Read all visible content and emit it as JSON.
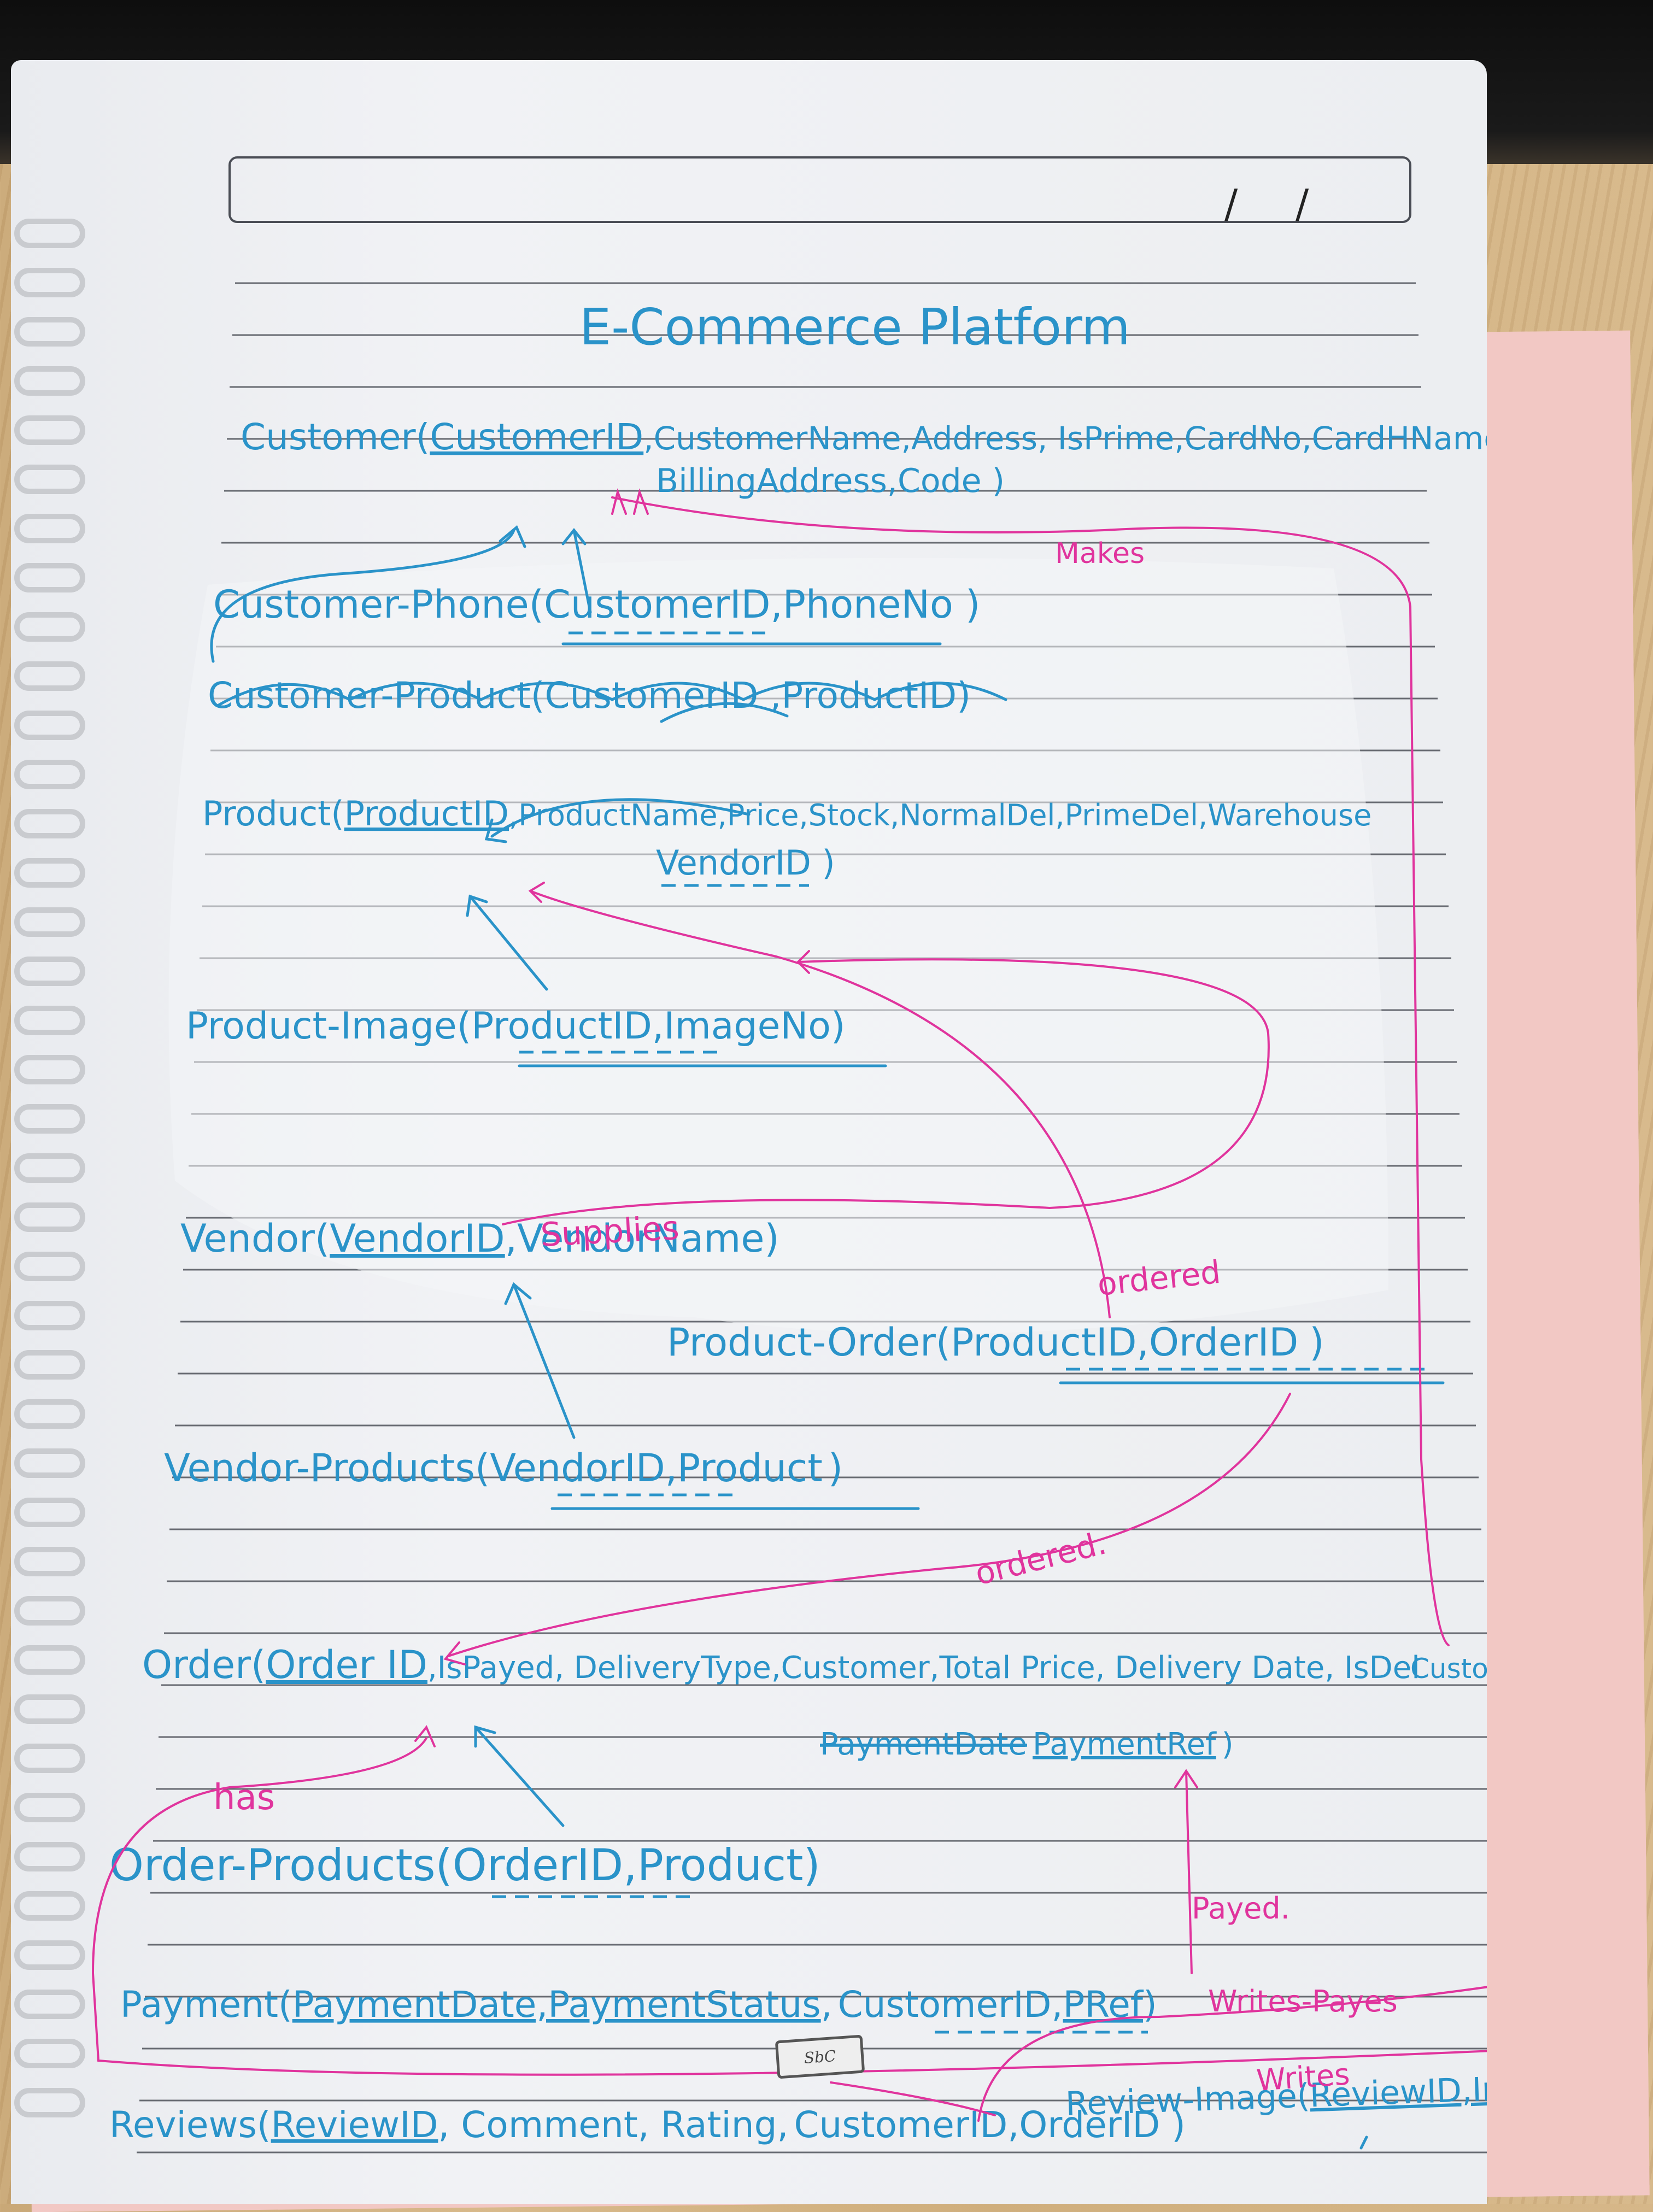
{
  "header": {
    "date_slashes": [
      "/",
      "/"
    ],
    "title": "E-Commerce Platform"
  },
  "relations": {
    "customer": [
      "Customer(",
      "CustomerID",
      ",CustomerName,Address, IsPrime,CardNo,CardHName,"
    ],
    "customer_cont": [
      "BillingAddress,Code )"
    ],
    "customer_phone": [
      "Customer-Phone(",
      "CustomerID",
      ",PhoneNo )"
    ],
    "customer_product_crossed": [
      "Customer-Product(CustomerID ,ProductID)"
    ],
    "product": [
      "Product(",
      "ProductID",
      ",ProductName,Price,Stock,NormalDel,PrimeDel,Warehouse"
    ],
    "product_cont": [
      "VendorID )"
    ],
    "product_image": [
      "Product-Image(",
      "ProductID",
      ",ImageNo)"
    ],
    "vendor": [
      "Vendor(",
      "VendorID",
      ",VendorName)"
    ],
    "product_order": [
      "Product-Order(",
      "ProductID",
      ",OrderID",
      ")"
    ],
    "vendor_products": [
      "Vendor-Products(",
      "VendorID",
      ",Product",
      ")"
    ],
    "order": [
      "Order(",
      "Order ID",
      ",IsPayed, DeliveryType,Customer,Total Price, Delivery Date, IsDel"
    ],
    "order_cont": [
      "PaymentDate",
      "PaymentRef",
      ")"
    ],
    "order_products": [
      "Order-Products(",
      "OrderID",
      ",Product",
      ")"
    ],
    "payment": [
      "Payment(",
      "PaymentDate,PaymentStatus",
      ",",
      "CustomerID",
      ",",
      "PRef",
      ")"
    ],
    "reviews": [
      "Reviews(",
      "ReviewID",
      ", Comment, Rating,",
      "CustomerID",
      ",OrderID )"
    ],
    "review_image": [
      "Review-Image(",
      "ReviewID,Image"
    ]
  },
  "annotations": {
    "makes": "Makes",
    "supplies": "Supplies",
    "ordered_1": "ordered",
    "ordered_2": "ordered.",
    "has": "has",
    "payed": "Payed.",
    "writes_payes": "Writes-Payes",
    "writes": "Writes",
    "customer_id_note": "CustomerID"
  },
  "stamp": "SbC",
  "colors": {
    "blue_ink": "#2a93c9",
    "pink_ink": "#e0349d",
    "paper": "#eceef1"
  }
}
